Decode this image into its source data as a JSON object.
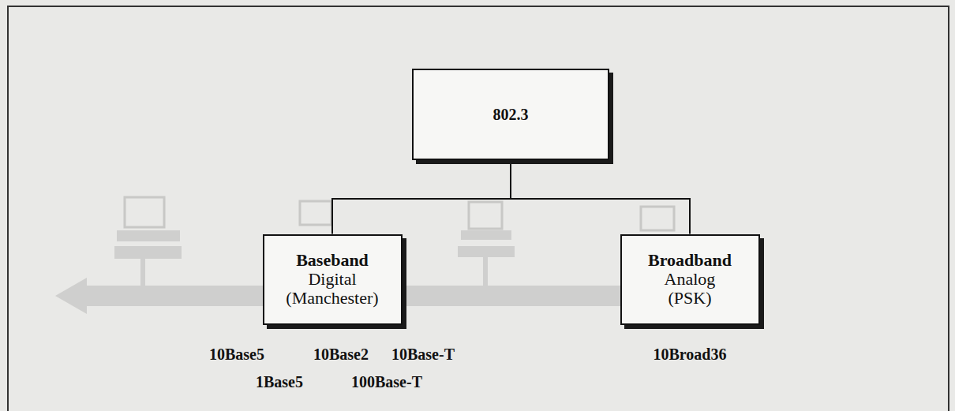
{
  "diagram": {
    "nodes": [
      {
        "text": [
          "802.3"
        ]
      },
      {
        "text": [
          "Baseband",
          "Digital (Manchester)"
        ]
      },
      {
        "text": [
          "Broadband",
          "Analog (PSK)"
        ]
      }
    ],
    "edges": [
      {
        "from": 0,
        "to": 1,
        "arrow": "none"
      },
      {
        "from": 0,
        "to": 2,
        "arrow": "none"
      }
    ],
    "labels": [
      "10Base5",
      "10Base2",
      "10Base-T",
      "1Base5",
      "100Base-T",
      "10Broad36"
    ]
  }
}
